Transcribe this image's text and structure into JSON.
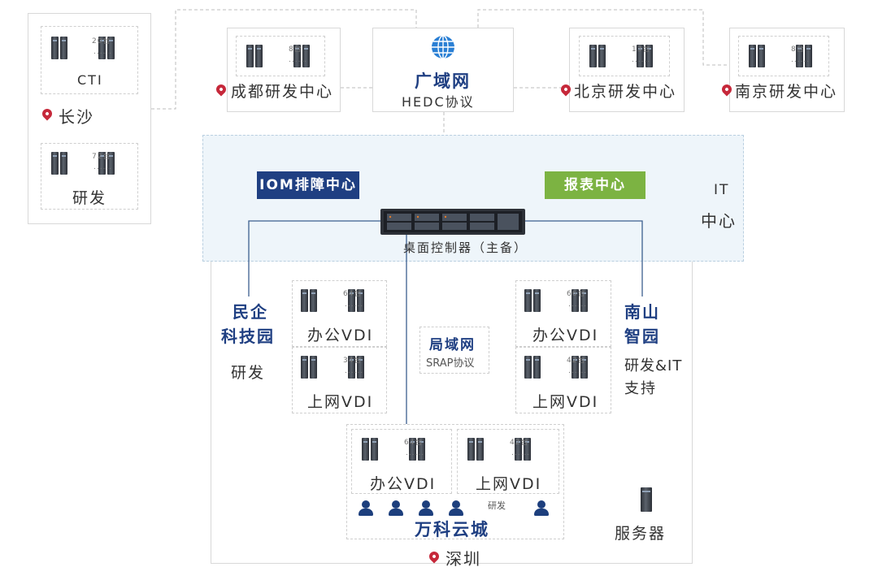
{
  "wan": {
    "title": "广域网",
    "protocol": "HEDC协议"
  },
  "changsha": {
    "city": "长沙",
    "cti_count": "20台",
    "cti_label": "CTI",
    "rd_count": "72台",
    "rd_label": "研发"
  },
  "chengdu": {
    "count": "8台",
    "label": "成都研发中心"
  },
  "beijing": {
    "count": "13台",
    "label": "北京研发中心"
  },
  "nanjing": {
    "count": "8台",
    "label": "南京研发中心"
  },
  "it_center": {
    "label_top": "IT",
    "label_bottom": "中心",
    "iom": "IOM排障中心",
    "report": "报表中心",
    "controller": "桌面控制器（主备）"
  },
  "minqi": {
    "name_line1": "民企",
    "name_line2": "科技园",
    "dept": "研发",
    "office_count": "64台",
    "office_label": "办公VDI",
    "net_count": "34台",
    "net_label": "上网VDI"
  },
  "lan": {
    "title": "局域网",
    "protocol": "SRAP协议"
  },
  "nanshan": {
    "name_line1": "南山",
    "name_line2": "智园",
    "dept_line1": "研发&IT",
    "dept_line2": "支持",
    "office_count": "66台",
    "office_label": "办公VDI",
    "net_count": "42台",
    "net_label": "上网VDI"
  },
  "vanke": {
    "office_count": "64台",
    "office_label": "办公VDI",
    "net_count": "42台",
    "net_label": "上网VDI",
    "rd_tag": "研发",
    "name": "万科云城"
  },
  "shenzhen": {
    "city": "深圳"
  },
  "server": {
    "label": "服务器"
  },
  "colors": {
    "navy": "#1f3f82",
    "green": "#7cb342",
    "pin": "#c6283a",
    "it_bg": "#eef5fa"
  }
}
